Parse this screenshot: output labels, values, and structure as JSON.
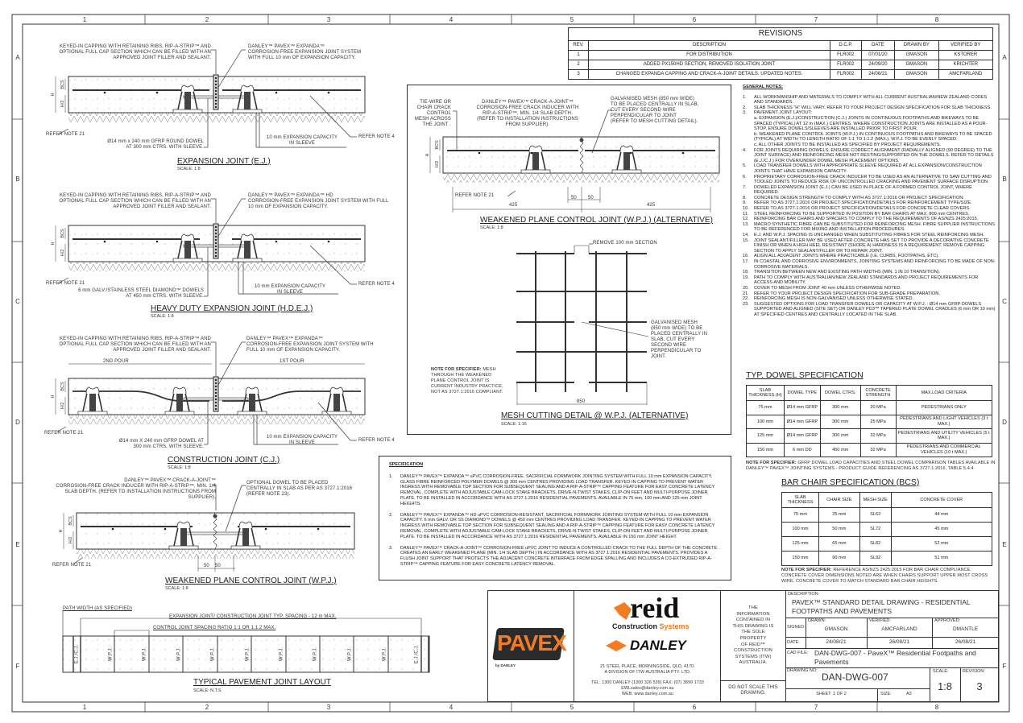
{
  "grid": {
    "cols": [
      "1",
      "2",
      "3",
      "4",
      "5",
      "6",
      "7",
      "8"
    ],
    "rows": [
      "A",
      "B",
      "C",
      "D",
      "E",
      "F"
    ]
  },
  "revisions": {
    "title": "REVISIONS",
    "headers": [
      "REV.",
      "DESCRIPTION",
      "D.C.P.",
      "DATE",
      "DRAWN BY",
      "VERIFIED BY"
    ],
    "rows": [
      [
        "1",
        "FOR DISTRIBUTION",
        "FLR002",
        "07/01/20",
        "GMASON",
        "KSTORER"
      ],
      [
        "2",
        "ADDED PX150HD SECTION, REMOVED ISOLATION JOINT",
        "FLR002",
        "24/09/20",
        "GMASON",
        "KRICHTER"
      ],
      [
        "3",
        "CHANGED EXPANDA CAPPING AND CRACK-A-JOINT DETAILS. UPDATED NOTES.",
        "FLR002",
        "24/08/21",
        "GMASON",
        "AMCFARLAND"
      ]
    ]
  },
  "general_notes": {
    "title": "GENERAL NOTES:",
    "items": [
      {
        "n": "1.",
        "text": "ALL WORKMANSHIP AND MATERIALS TO COMPLY WITH ALL CURRENT AUSTRALIAN/NEW ZEALAND CODES AND STANDARDS."
      },
      {
        "n": "2.",
        "text": "SLAB THICKNESS \"H\" WILL VARY.  REFER TO YOUR PROJECT DESIGN SPECIFICATION FOR SLAB THICKNESS."
      },
      {
        "n": "3.",
        "text": "PAVEMENT JOINT LAYOUT:"
      },
      {
        "n": "",
        "text": "a. EXPANSION (E.J.)/CONSTRUCTION (C.J.) JOINTS IN CONTINUOUS FOOTPATHS AND BIKEWAYS TO BE SPACED (TYPICAL) AT 12 m (MAX.) CENTRES.  WHERE CONSTRUCTION JOINTS ARE INSTALLED AS A POUR-STOP, ENSURE DOWELS/SLEEVES ARE INSTALLED PRIOR TO FIRST POUR."
      },
      {
        "n": "",
        "text": "b. WEAKENED PLANE CONTROL JOINTS (W.P.J.) IN CONTINUOUS FOOTPATHS AND BIKEWAYS TO BE SPACED (TYPICAL) AT WIDTH TO LENGTH RATIO OF 1:1 TO 1:1.2 (MAX.).  W.P.J. TO BE EVENLY SPACED."
      },
      {
        "n": "",
        "text": "c. ALL OTHER JOINTS TO BE INSTALLED AS SPECIFIED BY PROJECT REQUIREMENTS."
      },
      {
        "n": "4.",
        "text": "FOR JOINTS REQUIRING DOWELS, ENSURE CORRECT ALIGNMENT (RADIALLY ALIGNED (90 DEGREE) TO THE JOINT SURFACE) AND REINFORCING MESH NOT RESTING/SUPPORTED ON THE DOWELS.  REFER TO DETAILS (E.J./C.J.) FOR OVER/UNDER DOWEL MESH PLACEMENT OPTIONS."
      },
      {
        "n": "5.",
        "text": "LOAD TRANSFER DOWELS WITH APPROPRIATE SLEEVE REQUIRED AT ALL EXPANSION/CONSTRUCTION JOINTS THAT HAVE EXPANSION CAPACITY."
      },
      {
        "n": "6.",
        "text": "PROPRIETARY CORROSION-FREE CRACK INDUCER TO BE USED AS AN ALTERNATIVE TO SAW CUTTING AND TOOLED JOINTS TO REDUCE RISK OF UNCONTROLLED CRACKING AND PAVEMENT SURFACE DISRUPTION."
      },
      {
        "n": "7.",
        "text": "DOWELED EXPANSION JOINT (E.J.) CAN BE USED IN-PLACE OF A FORMED CONTROL JOINT, WHERE REQUIRED."
      },
      {
        "n": "8.",
        "text": "CONCRETE DESIGN STRENGTH TO COMPLY WITH AS 3727.1:2016 OR PROJECT SPECIFICATION."
      },
      {
        "n": "9.",
        "text": "REFER TO AS 3727.1:2016 OR PROJECT SPECIFICATION/DETAILS FOR REINFORCEMENT TYPE/SIZE."
      },
      {
        "n": "10.",
        "text": "REFER TO AS 3727.1:2016 OR PROJECT SPECIFICATION/DETAILS FOR CONCRETE CLEAR COVERS."
      },
      {
        "n": "11.",
        "text": "STEEL REINFORCING TO BE SUPPORTED IN POSITION BY BAR CHAIRS AT MAX. 800 mm CENTRES."
      },
      {
        "n": "12.",
        "text": "REINFORCING BAR CHAIRS AND SPACERS TO  COMPLY TO THE REQUIREMENTS OF AS/NZS 2425:2015."
      },
      {
        "n": "13.",
        "text": "MACRO SYNTHETIC FIBRE CAN BE SUBSTITUTED FOR REINFORCING MESH.  FIBRE SUPPLIER INSTRUCTIONS TO BE REFERENCED FOR MIXING AND INSTALLATION PROCEDURES."
      },
      {
        "n": "14.",
        "text": "E.J. AND W.P.J. SPACING IS UNCHANGED WHEN SUBSTITUTING FIBRES FOR STEEL REINFORCING MESH."
      },
      {
        "n": "15.",
        "text": "JOINT SEALANT/FILLER MAY BE USED AFTER CONCRETE HAS SET TO PROVIDE A DECORATIVE CONCRETE FINISH OR WHEN A HIGH HEEL RESISTANT (SHORE A) HARDNESS IS A REQUIREMENT.  REMOVE CAPPING SECTION TO APPLY SEALANT/FILLER OR TO REPAIR JOINT."
      },
      {
        "n": "16.",
        "text": "ALIGN ALL ADJACENT JOINTS WHERE PRACTICABLE (I.E. CURBS, FOOTPATHS, ETC)."
      },
      {
        "n": "17.",
        "text": "IN COASTAL AND CORROSIVE ENVIRONMENTS, JOINTING SYSTEMS AND REINFORCING TO BE MADE OF NON-CORROSIVE MATERIALS."
      },
      {
        "n": "18.",
        "text": "TRANSITION BETWEEN NEW AND EXISTING PATH WIDTHS (MIN. 1 IN 10 TRANSITION)."
      },
      {
        "n": "19.",
        "text": "PATH TO COMPLY WITH AUSTRALIAN/NEW ZEALAND STANDARDS AND PROJECT REQUIREMENTS FOR ACCESS AND MOBILITY."
      },
      {
        "n": "20.",
        "text": "COVER TO MESH FROM JOINT 40 mm UNLESS OTHERWISE NOTED."
      },
      {
        "n": "21.",
        "text": "REFER TO YOUR PROJECT DESIGN SPECIFICATION FOR SUB-GRADE PREPARATION."
      },
      {
        "n": "22.",
        "text": "REINFORCING MESH IS NON-GALVANISED UNLESS OTHERWISE STATED."
      },
      {
        "n": "23.",
        "text": "SUGGESTED OPTIONS FOR LOAD TRANSFER DOWELS OR CAPACITY AT W.P.J. : Ø14 mm GFRP DOWELS SUPPORTED AND ALIGNED (SITE SET) OR DANLEY PD3™ TAPERED PLATE DOWEL CRADLES (6 mm OR 10 mm) AT SPECIFIED CENTRES AND CENTRALLY LOCATED IN THE SLAB."
      }
    ]
  },
  "dowel_spec": {
    "title": "TYP. DOWEL SPECIFICATION",
    "headers": [
      "SLAB THICKNESS (H)",
      "DOWEL TYPE",
      "DOWEL CTRS.",
      "CONCRETE STRENGTH",
      "MAX.LOAD CRITERIA"
    ],
    "rows": [
      [
        "75 mm",
        "Ø14 mm GFRP",
        "300 mm",
        "20 MPa",
        "PEDESTRIANS ONLY"
      ],
      [
        "100 mm",
        "Ø14 mm GFRP",
        "300 mm",
        "25 MPa",
        "PEDESTRIANS AND LIGHT VEHICLES (3 t MAX.)"
      ],
      [
        "125 mm",
        "Ø14 mm GFRP",
        "300 mm",
        "32 MPa",
        "PEDESTRIANS AND UTILITY VEHICLES (5 t MAX.)"
      ],
      [
        "150 mm",
        "6 mm DD",
        "450 mm",
        "32 MPa",
        "PEDESTRIANS AND COMMERCIAL VEHICLES (10 t MAX.)"
      ]
    ],
    "note_label": "NOTE FOR SPECIFIER:",
    "note": " GFRP DOWEL LOAD CAPACITIES AND STEEL DOWEL COMPARISON TABLES AVAILABLE IN DANLEY™ PAVEX™ JOINTING SYSTEMS - PRODUCT GUIDE REFERENCING AS 3727.1:2016, TABLE 5.4.4."
  },
  "bcs_spec": {
    "title": "BAR CHAIR SPECIFICATION (BCS)",
    "headers": [
      "SLAB THICKNESS",
      "CHAIR SIZE",
      "MESH SIZE",
      "CONCRETE COVER"
    ],
    "rows": [
      [
        "75 mm",
        "25 mm",
        "SL62",
        "44 mm"
      ],
      [
        "100 mm",
        "50 mm",
        "SL72",
        "45 mm"
      ],
      [
        "125 mm",
        "65 mm",
        "SL82",
        "52 mm"
      ],
      [
        "150 mm",
        "90 mm",
        "SL92",
        "51 mm"
      ]
    ],
    "note_label": "NOTE FOR SPECIFIER:",
    "note": " REFERENCE AS/NZS 2425:2015 FOR BAR CHAIR COMPLIANCE. CONCRETE COVER DIMENSIONS NOTED ARE WHEN CHAIRS SUPPORT UPPER MOST CROSS WIRE. CONCRETE COVER TO MATCH STANDARD BAR CHAIR HEIGHTS."
  },
  "dims": {
    "bcs": "BCS",
    "h": "H",
    "h2": "H/2"
  },
  "ej": {
    "title": "EXPANSION JOINT (E.J.)",
    "scale": "SCALE: 1:8",
    "capping": "KEYED-IN CAPPING WITH RETAINING RIBS, RIP-A-STRIP™ AND\nOPTIONAL FULL CAP SECTION WHICH CAN BE FILLED WITH AN\nAPPROVED JOINT FILLER AND SEALANT.",
    "system": "DANLEY™ PAVEX™ EXPANDA™\nCORROSION-FREE EXPANSION JOINT SYSTEM\nWITH FULL 10 mm OF EXPANSION CAPACITY.",
    "note21": "REFER NOTE 21",
    "note4": "REFER NOTE 4",
    "dowel": "Ø14 mm x 240 mm GFRP ROUND  DOWEL\nAT 300 mm CTRS. WITH SLEEVE.",
    "capacity": "10 mm EXPANSION CAPACITY\nIN SLEEVE"
  },
  "hdej": {
    "title": "HEAVY DUTY EXPANSION JOINT (H.D.E.J.)",
    "scale": "SCALE: 1:8",
    "capping": "KEYED-IN CAPPING WITH RETAINING RIBS, RIP-A-STRIP™ AND\nOPTIONAL FULL CAP SECTION WHICH CAN BE FILLED WITH AN\nAPPROVED JOINT FILLER AND SEALANT.",
    "system": "DANLEY™ PAVEX™ EXPANDA™ HD\nCORROSION-FREE EXPANSION JOINT SYSTEM WITH FULL\n10 mm OF EXPANSION CAPACITY.",
    "note21": "REFER NOTE 21",
    "note4": "REFER NOTE 4",
    "dowel": "6 mm GALV./STAINLESS STEEL DIAMOND™ DOWELS\nAT 450 mm CTRS. WITH SLEEVE.",
    "capacity": "10 mm EXPANSION CAPACITY\nIN SLEEVE"
  },
  "cj": {
    "title": "CONSTRUCTION JOINT (C.J.)",
    "scale": "SCALE: 1:8",
    "capping": "KEYED-IN CAPPING WITH RETAINING RIBS, RIP-A-STRIP™ AND\nOPTIONAL FULL CAP SECTION WHICH CAN BE FILLED WITH AN\nAPPROVED JOINT FILLER AND SEALANT.",
    "system": "DANLEY™ PAVEX™ EXPANDA™\nCORROSION-FREE EXPANSION JOINT SYSTEM WITH\nFULL 10 mm OF EXPANSION CAPACITY.",
    "pour2": "2ND POUR",
    "pour1": "1ST POUR",
    "note21": "REFER NOTE 21",
    "note4": "REFER NOTE 4",
    "dowel": "Ø14 mm X 240 mm GFRP DOWEL AT\n300 mm CTRS. WITH SLEEVE.",
    "capacity": "10 mm EXPANSION CAPACITY\nIN SLEEVE"
  },
  "wpj": {
    "title": "WEAKENED PLANE CONTROL JOINT (W.P.J.)",
    "scale": "SCALE: 1:8",
    "inducer": "DANLEY™ PAVEX™ CRACK-A-JOINT™\nCORROSION-FREE CRACK INDUCER WITH RIP-A-STRIP™, MIN. 1/4\nSLAB DEPTH. (REFER TO INSTALLATION INSTRUCTIONS FROM\nSUPPLIER).",
    "dowel": "OPTIONAL DOWEL TO BE PLACED\nCENTRALLY IN SLAB AS PER AS 3727.1:2016\n(REFER NOTE 23).",
    "note21": "REFER NOTE 21",
    "dim_left": "50",
    "dim_right": "50"
  },
  "wpj_alt": {
    "title": "WEAKENED PLANE CONTROL JOINT (W.P.J.) (ALTERNATIVE)",
    "scale": "SCALE: 1:8",
    "tie": "TIE-WIRE OR\nCHAIR CRACK\nCONTROL\nMESH ACROSS\nTHE JOINT .",
    "inducer": "DANLEY™ PAVEX™ CRACK-A-JOINT™\nCORROSION-FREE CRACK INDUCER WITH\nRIP-A-STRIP™, MIN. 1/4 SLAB DEPTH.\n(REFER TO INSTALLATION INSTRUCTIONS\nFROM SUPPLIER).",
    "mesh": "GALVANISED MESH (850 mm WIDE)\nTO BE PLACED CENTRALLY IN SLAB,\nCUT EVERY SECOND WIRE\nPERPENDICULAR TO JOINT\n(REFER TO MESH CUTTING DETAIL).",
    "note21": "REFER NOTE 21",
    "dim_50a": "50",
    "dim_50b": "50",
    "dim_425a": "425",
    "dim_425b": "425"
  },
  "mesh_detail": {
    "title": "MESH CUTTING DETAIL @ W.P.J. (ALTERNATIVE)",
    "scale": "SCALE: 1:16",
    "remove": "REMOVE 100 mm SECTION",
    "mesh": "GALVANISED MESH\n(850 mm WIDE) TO BE\nPLACED CENTRALLY IN\nSLAB, CUT EVERY\nSECOND WIRE\nPERPENDICULAR TO\nJOINT.",
    "dim": "850",
    "note_label": "NOTE FOR SPECIFIER:",
    "note": " MESH THROUGH THE WEAKENED PLANE CONTROL JOINT IS CURRENT INDUSTRY PRACTICE, NOT AS 3727.1:2016 COMPLIANT."
  },
  "specification": {
    "title": "SPECIFICATION",
    "items": [
      {
        "n": "1.",
        "text": "DANLEY™ PAVEX™ EXPANDA™ uPVC CORROSION-FREE, SACRIFICIAL FORMWORK JOINTING SYSTEM WITH FULL 10 mm EXPANSION CAPACITY. GLASS FIBRE REINFORCED POLYMER DOWELS @ 300 mm CENTRES PROVIDING LOAD TRANSFER. KEYED-IN CAPPING TO PREVENT WATER INGRESS WITH REMOVABLE TOP SECTION FOR SUBSEQUENT SEALING AND A RIP-A-STRIP™ CAPPING FEATURE FOR EASY CONCRETE LATENCY REMOVAL. COMPLETE WITH ADJUSTABLE CAM-LOCK STAKE BRACKETS, DRIVE-N-TWIST STAKES, CLIP-ON FEET AND MULTI-PURPOSE JOINER PLATE. TO BE INSTALLED IN ACCORDANCE WITH AS 3727.1:2016 RESIDENTIAL PAVEMENTS. AVAILABLE IN 75 mm, 100 mm AND 125 mm JOINT HEIGHTS."
      },
      {
        "n": "2.",
        "text": "DANLEY™ PAVEX™ EXPANDA™ HD uPVC CORROSION-RESISTANT, SACRIFICIAL FORMWORK JOINTING SYSTEM WITH FULL 10 mm EXPANSION CAPACITY. 6 mm GALV. OR SS DIAMOND™ DOWELS @ 450 mm CENTRES PROVIDING LOAD TRANSFER. KEYED-IN CAPPING TO PREVENT WATER INGRESS WITH REMOVABLE TOP SECTION FOR SUBSEQUENT SEALING AND A RIP-A-STRIP™ CAPPING FEATURE FOR EASY CONCRETE LATENCY REMOVAL. COMPLETE WITH ADJUSTABLE CAM-LOCK STAKE BRACKETS, DRIVE-N-TWIST STAKES, CLIP-ON FEET AND MULTI-PURPOSE JOINER PLATE. TO BE INSTALLED IN ACCORDANCE WITH AS 3727.1:2016 RESIDENTIAL PAVEMENTS. AVAILABLE IN 150 mm JOINT HEIGHT."
      },
      {
        "n": "3.",
        "text": "DANLEY™ PAVEX™ CRACK-A-JOINT™ CORROSION-FREE uPVC JOINT TO INDUCE A CONTROLLED CRACK TO THE FULL DEPTH OF THE CONCRETE. . CREATES AN EARLY WEAKENED PLANE (MIN. 1/4 SLAB DEPTH ) IN ACCORDANCE WITH AS 3727.1:2016 RESIDENTIAL PAVEMENTS. PROVIDES A FLUSH JOINT SUPPORT THAT PROTECTS THE ADJACENT CONCRETE INTERFACE FROM EDGE SPALLING AND INCLUDES A CO-EXTRUDED  RIP-A-STRIP™ CAPPING FEATURE FOR EASY CONCRETE LATENCY REMOVAL."
      }
    ]
  },
  "layout": {
    "title": "TYPICAL PAVEMENT JOINT LAYOUT",
    "scale": "SCALE: N.T.S",
    "path_width": "PATH WIDTH (AS SPECIFIED)",
    "ej_spacing": "EXPANSION JOINT/ CONSTRUCTION JOINT TYP. SPACING - 12  m MAX.",
    "cj_spacing": "CONTROL JOINT SPACING RATIO 1:1 OR 1:1.2 MAX.",
    "ej_label": "E.J./C.J.",
    "wpj_label": "W.P.J."
  },
  "title_block": {
    "pavex_logo": "PAVEX",
    "pavex_by": "by DANLEY",
    "reid_logo": "reid",
    "reid_sub1": "Construction ",
    "reid_sub2": "Systems",
    "danley_logo": "DANLEY",
    "address": "21 STEEL PLACE, MORNINGSIDE, QLD, 4170.\nA DIVISION OF ITW AUSTRALIA PTY. LTD.",
    "contact": "TEL: 1300 DANLEY (1300 326 539)   FAX: (07) 3899 1733\nEWLsales@danley.com.au\nWEB: www.danley.com.au",
    "property": "THE\nINFORMATION\nCONTAINED IN\nTHIS DRAWING IS\nTHE SOLE\nPROPERTY\nOF REID™\nCONSTRUCTION\nSYSTEMS (ITW)\nAUSTRALIA.",
    "no_scale": "DO NOT SCALE THIS\nDRAWING.",
    "description_label": "DESCRIPTION:",
    "description": "PAVEX™ STANDARD DETAIL DRAWING - RESIDENTIAL\nFOOTPATHS AND PAVEMENTS",
    "signed_label": "SIGNED:",
    "date_label": "DATE:",
    "drawn_label": "DRAWN:",
    "drawn": "GMASON",
    "drawn_date": "24/08/21",
    "verified_label": "VERIFIED:",
    "verified": "AMCFARLAND",
    "verified_date": "26/08/21",
    "approved_label": "APPROVED:",
    "approved": "DMANTLE",
    "approved_date": "26/08/21",
    "cad_label": "CAD FILE:",
    "cad_file": "DAN-DWG-007 - PaveX™ Residential Footpaths and\nPavements",
    "drawing_no_label": "DRAWING NO:",
    "drawing_no": "DAN-DWG-007",
    "scale_label": "SCALE:",
    "scale": "1:8",
    "revision_label": "REVISION:",
    "revision": "3",
    "sheet": "SHEET: 1 OF 2",
    "size_label": "SIZE:",
    "size": "A3"
  },
  "colors": {
    "orange": "#f47b20",
    "dark": "#2b2b2b",
    "line": "#333333"
  }
}
